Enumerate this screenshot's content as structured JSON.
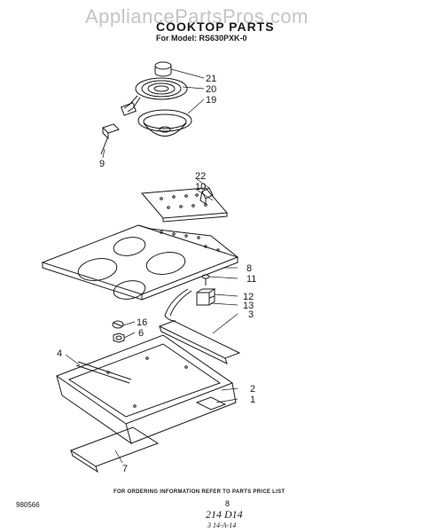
{
  "watermark": "AppliancePartsPros.com",
  "title": "COOKTOP PARTS",
  "subtitle": "For Model: RS630PXK-0",
  "callouts": {
    "c21": "21",
    "c20": "20",
    "c19": "19",
    "c9": "9",
    "c22": "22",
    "c10": "10",
    "c8": "8",
    "c11": "11",
    "c12": "12",
    "c13": "13",
    "c3": "3",
    "c16": "16",
    "c6": "6",
    "c4": "4",
    "c2": "2",
    "c1": "1",
    "c7": "7"
  },
  "footer_note": "FOR ORDERING INFORMATION REFER TO PARTS PRICE LIST",
  "doc_number": "980566",
  "page_number": "8",
  "handwritten_code": "214 D14",
  "handwritten_note": "3 14-A-14"
}
